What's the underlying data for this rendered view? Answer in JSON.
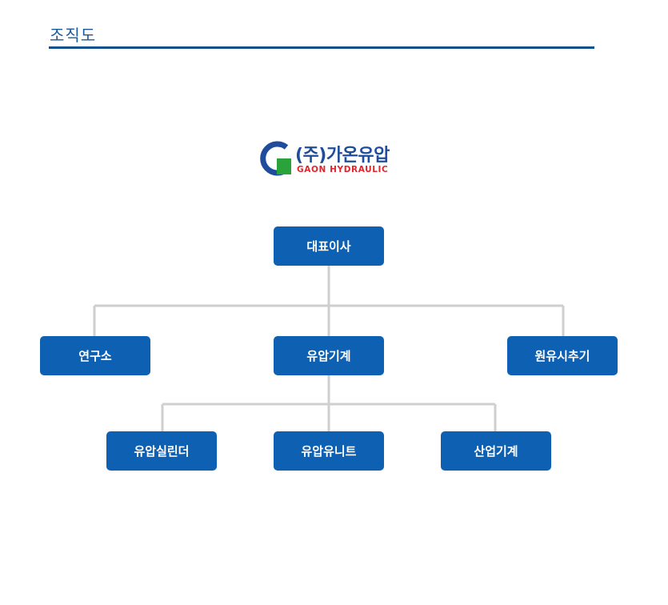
{
  "header": {
    "title": "조직도"
  },
  "logo": {
    "name_korean": "(주)가온유압",
    "name_english": "GAON HYDRAULIC"
  },
  "org_chart": {
    "root": "대표이사",
    "level1": [
      "연구소",
      "유압기계",
      "원유시추기"
    ],
    "level2_under_유압기계": [
      "유압실린더",
      "유압유니트",
      "산업기계"
    ]
  },
  "colors": {
    "node_fill": "#0e60b2",
    "node_text": "#ffffff",
    "connector": "#cfcfcf",
    "title": "#1a5a9a",
    "rule": "#11508f",
    "logo_blue": "#1f4d9c",
    "logo_red": "#e0262c",
    "logo_green": "#2aa33a"
  }
}
